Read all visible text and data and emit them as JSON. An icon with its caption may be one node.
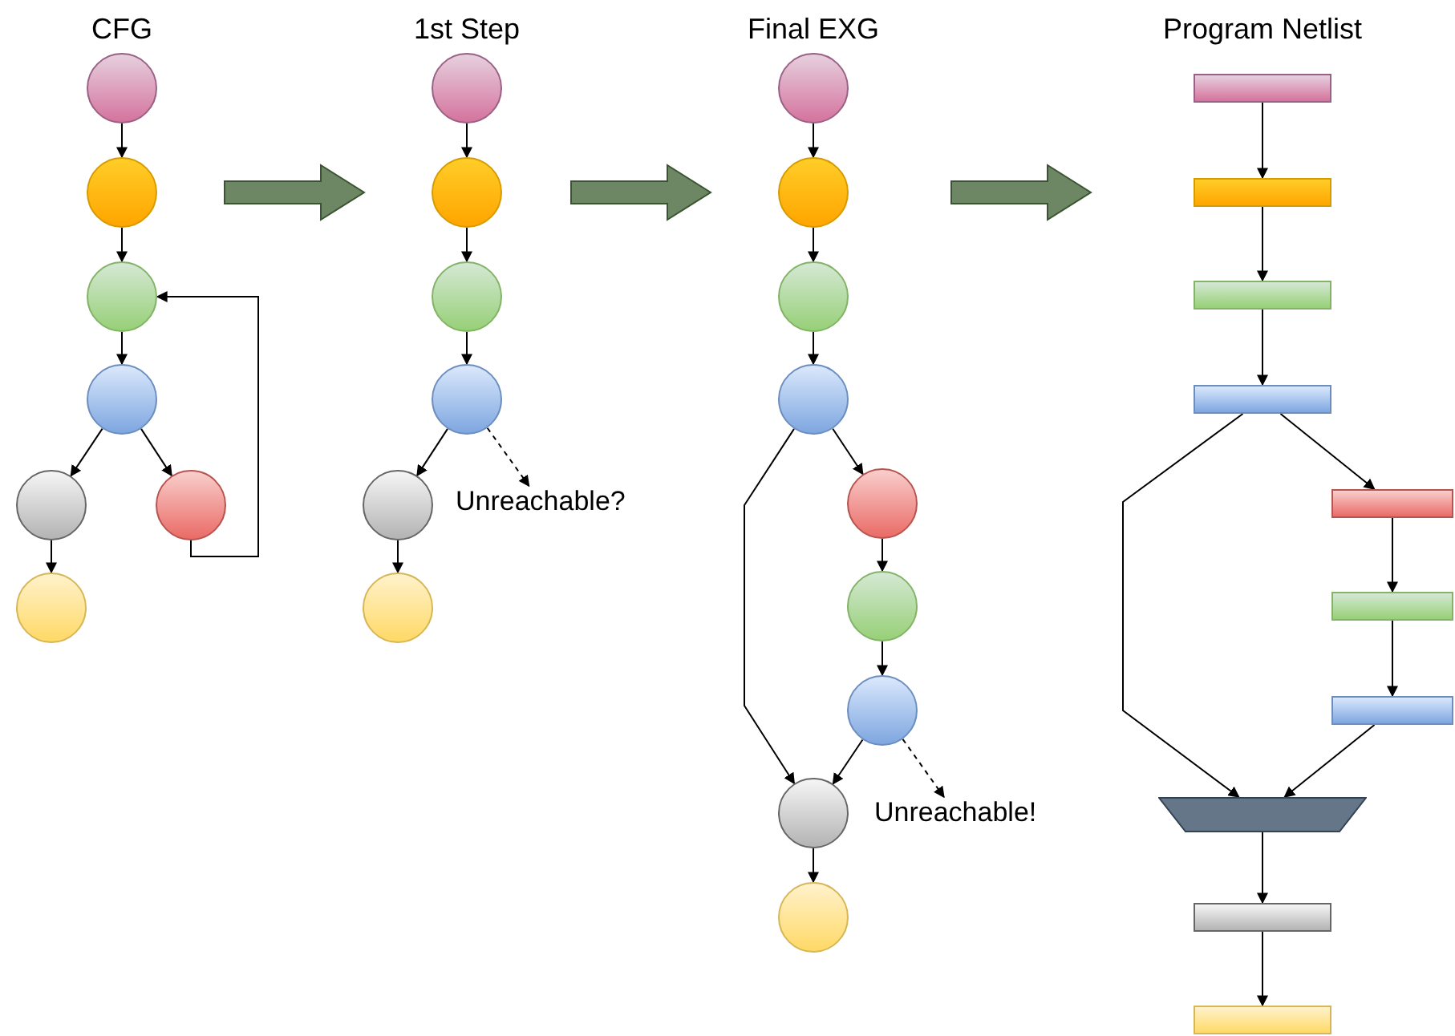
{
  "diagram": {
    "nodes": [
      {
        "text": [],
        "shape": "circle"
      },
      {
        "text": [],
        "shape": "circle"
      },
      {
        "text": [],
        "shape": "circle"
      },
      {
        "text": [],
        "shape": "circle"
      },
      {
        "text": [],
        "shape": "circle"
      },
      {
        "text": [],
        "shape": "circle"
      },
      {
        "text": [],
        "shape": "circle"
      },
      {
        "text": [],
        "shape": "circle"
      },
      {
        "text": [],
        "shape": "circle"
      },
      {
        "text": [],
        "shape": "circle"
      },
      {
        "text": [],
        "shape": "circle"
      },
      {
        "text": [],
        "shape": "circle"
      },
      {
        "text": [],
        "shape": "circle"
      },
      {
        "text": [
          "Unreachable?"
        ]
      },
      {
        "text": [],
        "shape": "circle"
      },
      {
        "text": [],
        "shape": "circle"
      },
      {
        "text": [],
        "shape": "circle"
      },
      {
        "text": [],
        "shape": "circle"
      },
      {
        "text": [],
        "shape": "circle"
      },
      {
        "text": [],
        "shape": "circle"
      },
      {
        "text": [],
        "shape": "circle"
      },
      {
        "text": [],
        "shape": "circle"
      },
      {
        "text": [],
        "shape": "circle"
      },
      {
        "text": [
          "Unreachable!"
        ]
      },
      {
        "text": [],
        "shape": "box"
      },
      {
        "text": [],
        "shape": "box"
      },
      {
        "text": [],
        "shape": "box"
      },
      {
        "text": [],
        "shape": "box"
      },
      {
        "text": [],
        "shape": "box"
      },
      {
        "text": [],
        "shape": "box"
      },
      {
        "text": [],
        "shape": "box"
      },
      {
        "text": [],
        "shape": "trapezoid"
      },
      {
        "text": [],
        "shape": "box"
      },
      {
        "text": [],
        "shape": "box"
      }
    ],
    "edges": [
      {
        "from": 0,
        "to": 1,
        "arrow": "to"
      },
      {
        "from": 1,
        "to": 2,
        "arrow": "to"
      },
      {
        "from": 2,
        "to": 3,
        "arrow": "to"
      },
      {
        "from": 3,
        "to": 4,
        "arrow": "to"
      },
      {
        "from": 3,
        "to": 5,
        "arrow": "to"
      },
      {
        "from": 5,
        "to": 2,
        "arrow": "to"
      },
      {
        "from": 4,
        "to": 6,
        "arrow": "to"
      },
      {
        "from": 7,
        "to": 8,
        "arrow": "to"
      },
      {
        "from": 8,
        "to": 9,
        "arrow": "to"
      },
      {
        "from": 9,
        "to": 10,
        "arrow": "to"
      },
      {
        "from": 10,
        "to": 11,
        "arrow": "to"
      },
      {
        "from": 10,
        "to": 13,
        "arrow": "to",
        "style": "dashed"
      },
      {
        "from": 11,
        "to": 12,
        "arrow": "to"
      },
      {
        "from": 14,
        "to": 15,
        "arrow": "to"
      },
      {
        "from": 15,
        "to": 16,
        "arrow": "to"
      },
      {
        "from": 16,
        "to": 17,
        "arrow": "to"
      },
      {
        "from": 17,
        "to": 18,
        "arrow": "to"
      },
      {
        "from": 18,
        "to": 19,
        "arrow": "to"
      },
      {
        "from": 19,
        "to": 20,
        "arrow": "to"
      },
      {
        "from": 20,
        "to": 21,
        "arrow": "to"
      },
      {
        "from": 20,
        "to": 23,
        "arrow": "to",
        "style": "dashed"
      },
      {
        "from": 17,
        "to": 21,
        "arrow": "to"
      },
      {
        "from": 21,
        "to": 22,
        "arrow": "to"
      },
      {
        "from": 24,
        "to": 25,
        "arrow": "to"
      },
      {
        "from": 25,
        "to": 26,
        "arrow": "to"
      },
      {
        "from": 26,
        "to": 27,
        "arrow": "to"
      },
      {
        "from": 27,
        "to": 28,
        "arrow": "to"
      },
      {
        "from": 28,
        "to": 29,
        "arrow": "to"
      },
      {
        "from": 29,
        "to": 30,
        "arrow": "to"
      },
      {
        "from": 30,
        "to": 31,
        "arrow": "to"
      },
      {
        "from": 27,
        "to": 31,
        "arrow": "to"
      },
      {
        "from": 31,
        "to": 32,
        "arrow": "to"
      },
      {
        "from": 32,
        "to": 33,
        "arrow": "to"
      }
    ],
    "labels": [
      "CFG",
      "1st Step",
      "Final EXG",
      "Program Netlist"
    ]
  }
}
